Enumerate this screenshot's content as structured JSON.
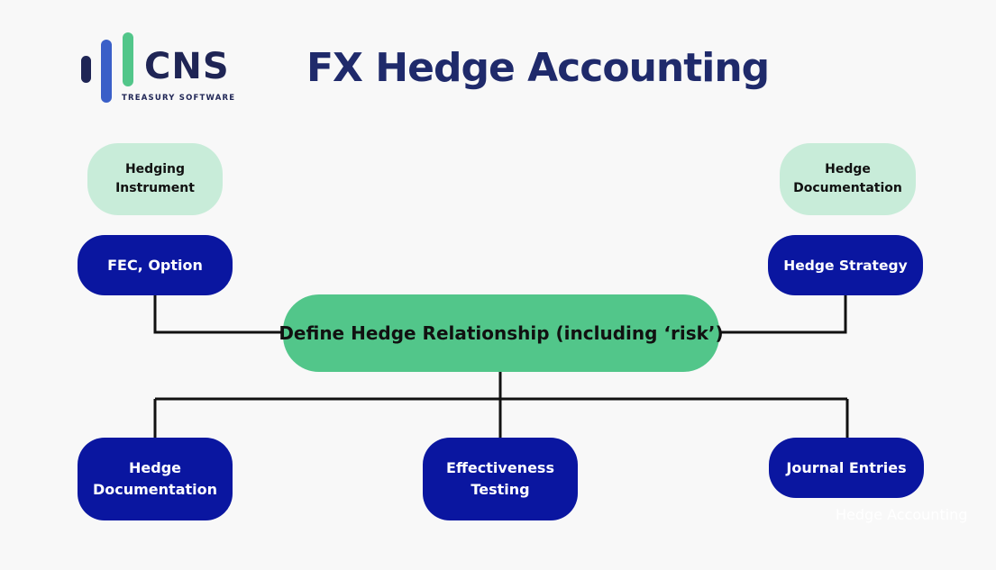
{
  "brand": {
    "name": "CNS",
    "tagline": "TREASURY SOFTWARE",
    "colors": {
      "navy": "#1f2555",
      "blue": "#3a5fc8",
      "green": "#52c68a"
    }
  },
  "title": "FX Hedge Accounting",
  "nodes": {
    "hedging_instrument": "Hedging Instrument",
    "hedge_documentation_top": "Hedge Documentation",
    "fec_option": "FEC, Option",
    "hedge_strategy": "Hedge Strategy",
    "central": "Define Hedge Relationship (including ‘risk’)",
    "hedge_documentation_bottom": "Hedge Documentation",
    "effectiveness_testing": "Effectiveness Testing",
    "journal_entries": "Journal Entries"
  },
  "watermark": "Hedge Accounting",
  "colors": {
    "background": "#f8f8f8",
    "light_green": "#c8ecd9",
    "dark_blue": "#0a16a0",
    "medium_green": "#52c68a",
    "title": "#1f2a6b"
  }
}
